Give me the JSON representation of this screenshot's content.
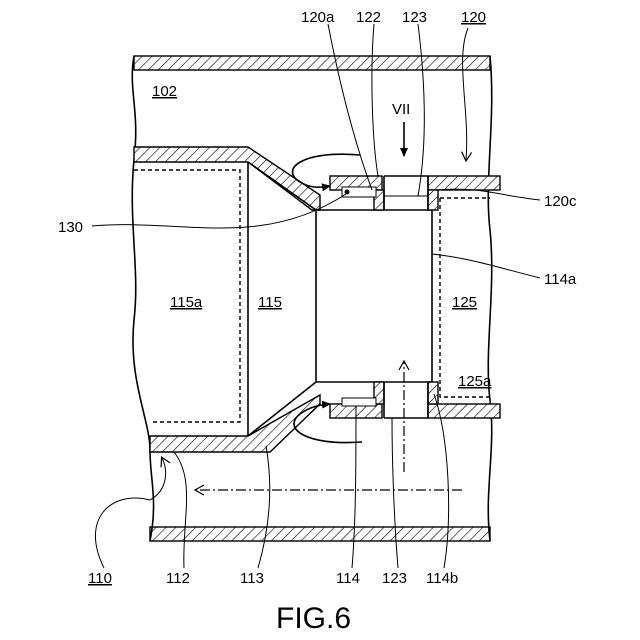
{
  "figure": {
    "caption": "FIG.6",
    "labels": {
      "l102": "102",
      "l120": "120",
      "l120a": "120a",
      "l122": "122",
      "l123_top": "123",
      "l120c": "120c",
      "lVII": "VII",
      "l130": "130",
      "l115a": "115a",
      "l115": "115",
      "l125": "125",
      "l114a": "114a",
      "l125a": "125a",
      "l110": "110",
      "l112": "112",
      "l113": "113",
      "l114": "114",
      "l123_bottom": "123",
      "l114b": "114b"
    }
  }
}
